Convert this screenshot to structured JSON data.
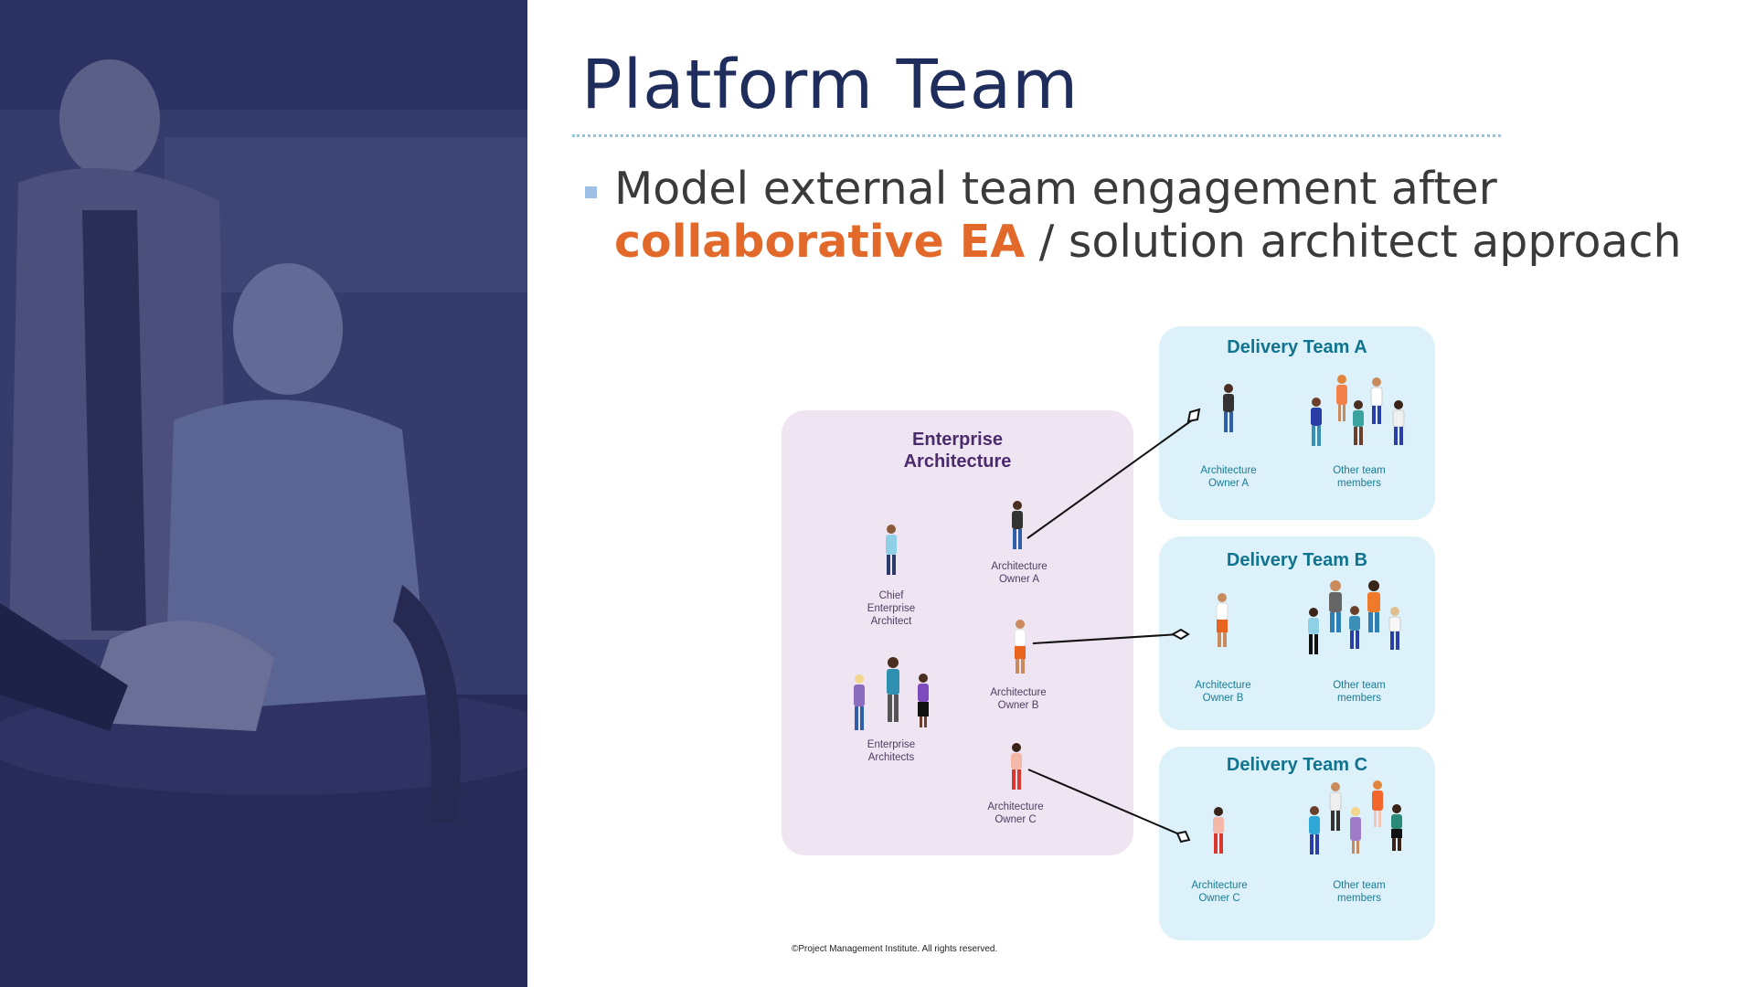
{
  "slide": {
    "title": "Platform Team",
    "bullet": {
      "before": "Model external team engagement after",
      "highlight": "collaborative EA",
      "after": " / solution architect approach"
    },
    "colors": {
      "title": "#1f2d5c",
      "highlight": "#e2692a",
      "bullet_text": "#3a3a3a",
      "photo_tint": "#33396a"
    }
  },
  "diagram": {
    "enterprise": {
      "title_line1": "Enterprise",
      "title_line2": "Architecture",
      "chief_l1": "Chief",
      "chief_l2": "Enterprise",
      "chief_l3": "Architect",
      "architects_l1": "Enterprise",
      "architects_l2": "Architects",
      "ownerA_l1": "Architecture",
      "ownerA_l2": "Owner A",
      "ownerB_l1": "Architecture",
      "ownerB_l2": "Owner B",
      "ownerC_l1": "Architecture",
      "ownerC_l2": "Owner C"
    },
    "teams": [
      {
        "name": "Delivery Team A",
        "owner_l1": "Architecture",
        "owner_l2": "Owner A",
        "others_l1": "Other team",
        "others_l2": "members"
      },
      {
        "name": "Delivery Team B",
        "owner_l1": "Architecture",
        "owner_l2": "Owner B",
        "others_l1": "Other team",
        "others_l2": "members"
      },
      {
        "name": "Delivery Team C",
        "owner_l1": "Architecture",
        "owner_l2": "Owner C",
        "others_l1": "Other team",
        "others_l2": "members"
      }
    ],
    "copyright": "©Project Management Institute. All rights reserved."
  }
}
